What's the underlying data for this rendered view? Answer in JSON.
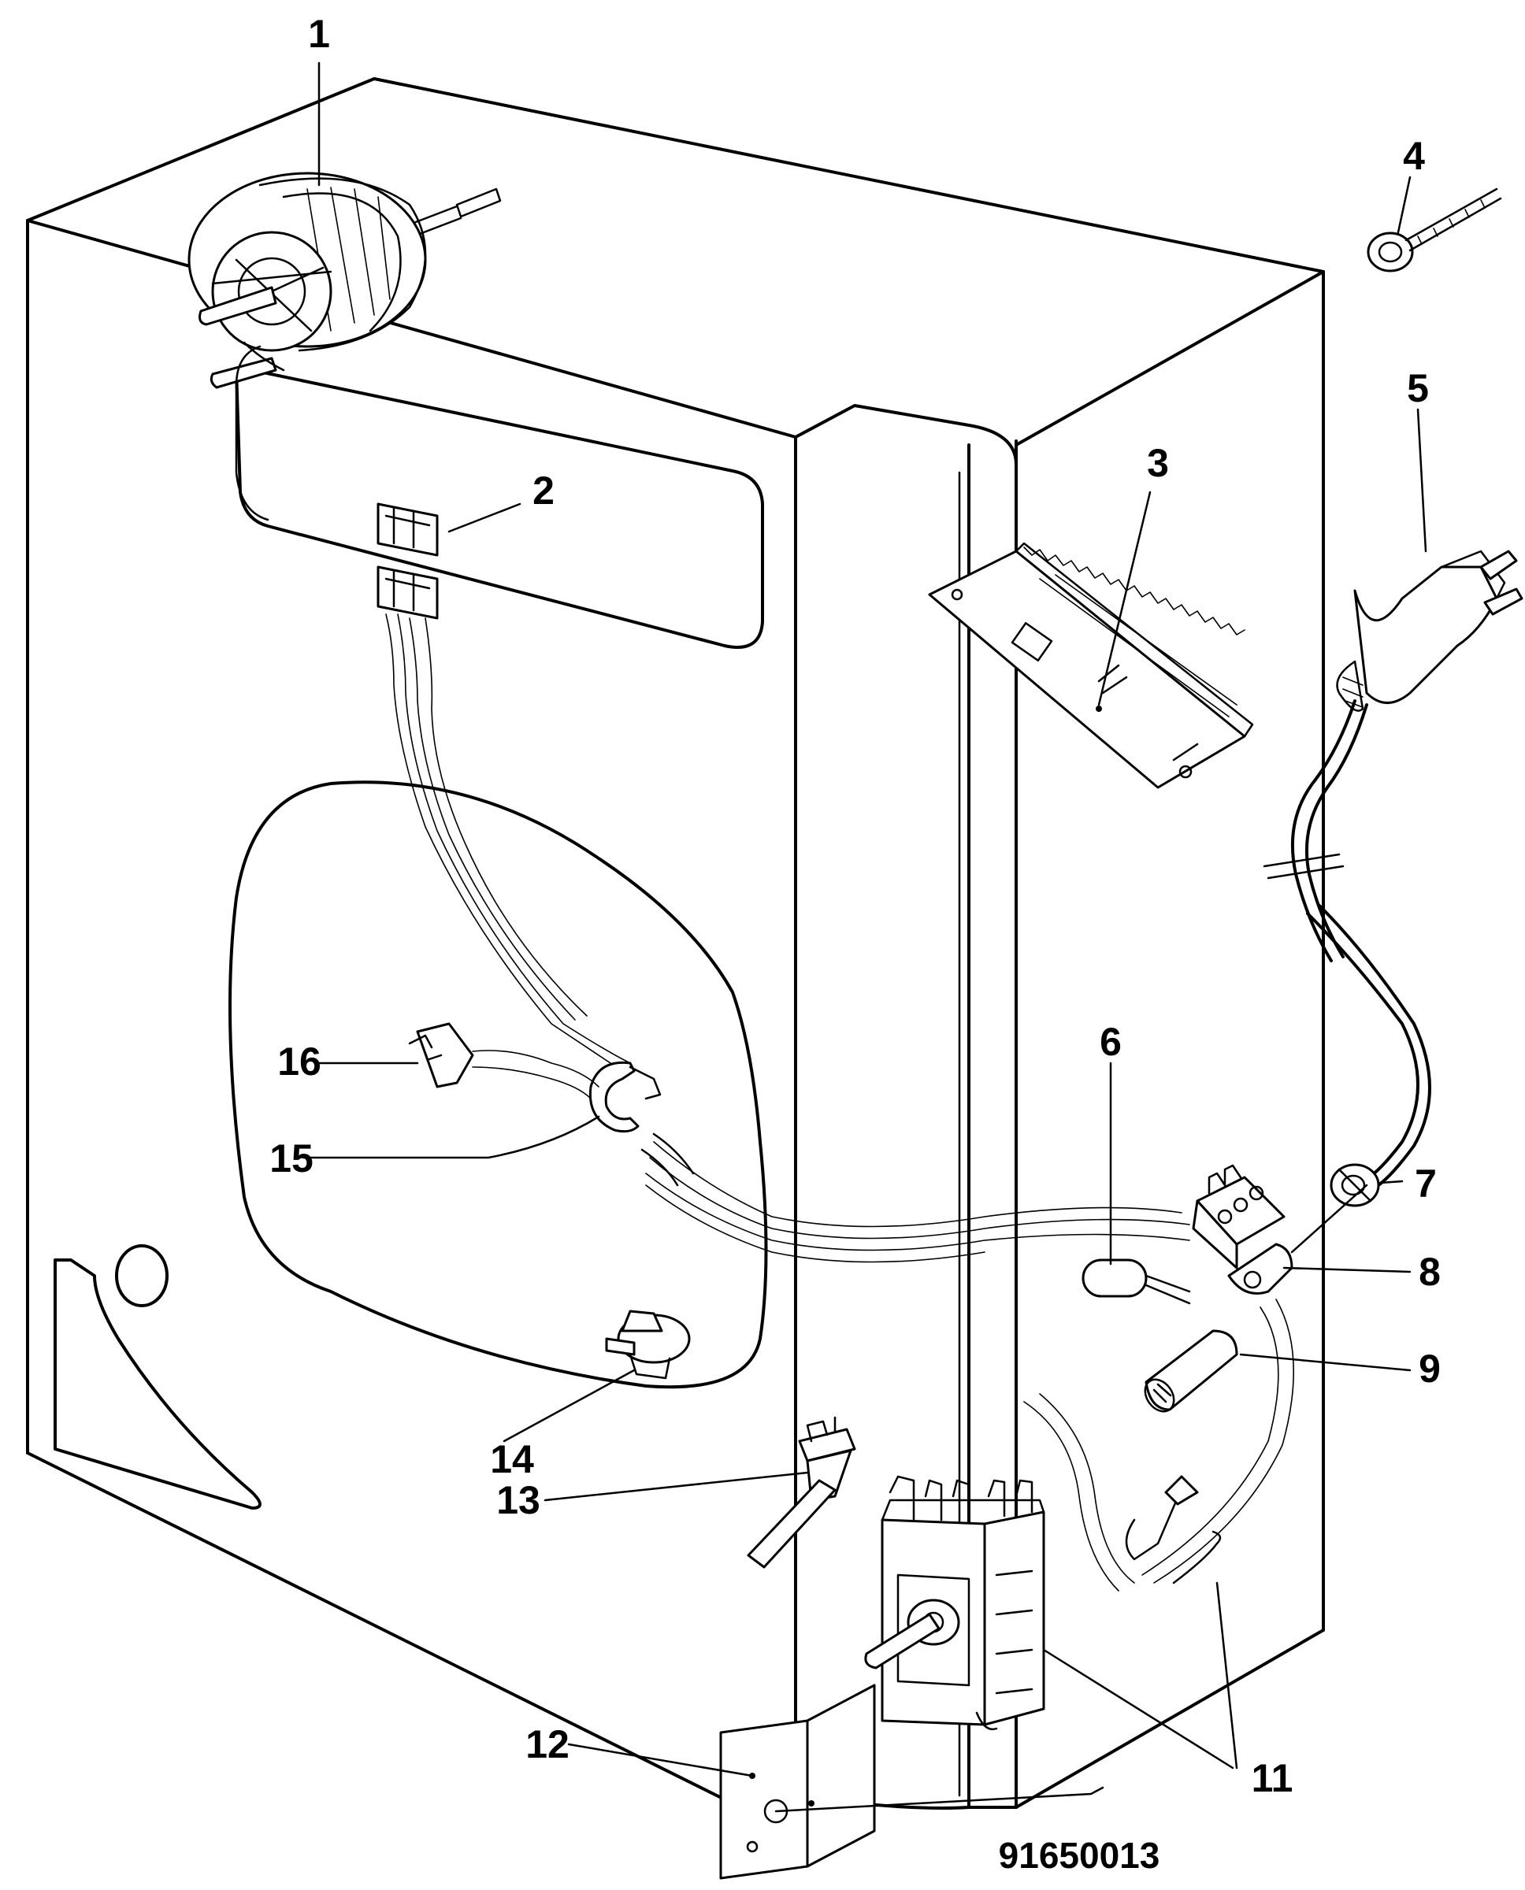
{
  "labels": [
    {
      "id": "1",
      "text": "1"
    },
    {
      "id": "2",
      "text": "2"
    },
    {
      "id": "3",
      "text": "3"
    },
    {
      "id": "4",
      "text": "4"
    },
    {
      "id": "5",
      "text": "5"
    },
    {
      "id": "6",
      "text": "6"
    },
    {
      "id": "7",
      "text": "7"
    },
    {
      "id": "8",
      "text": "8"
    },
    {
      "id": "9",
      "text": "9"
    },
    {
      "id": "11",
      "text": "11"
    },
    {
      "id": "12",
      "text": "12"
    },
    {
      "id": "13",
      "text": "13"
    },
    {
      "id": "14",
      "text": "14"
    },
    {
      "id": "15",
      "text": "15"
    },
    {
      "id": "16",
      "text": "16"
    }
  ],
  "reference_number": "91650013"
}
